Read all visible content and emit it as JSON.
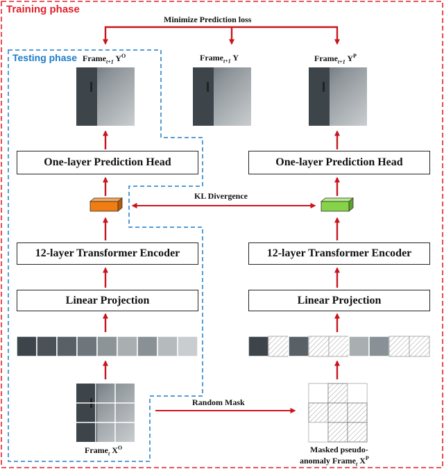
{
  "phases": {
    "training": "Training phase",
    "testing": "Testing phase"
  },
  "top_arrow_label": "Minimize Prediction loss",
  "frames": {
    "left_output": {
      "base": "Frame",
      "sub": "t+1",
      "var": "Y",
      "sup": "O"
    },
    "middle_target": {
      "base": "Frame",
      "sub": "t+1",
      "var": "Y",
      "sup": ""
    },
    "right_output": {
      "base": "Frame",
      "sub": "t+1",
      "var": "Y",
      "sup": "P"
    },
    "left_input": {
      "base": "Frame",
      "sub": "t",
      "var": "X",
      "sup": "O"
    },
    "right_input_line1": "Masked pseudo-",
    "right_input_line2": {
      "base": "anomaly Frame",
      "sub": "t",
      "var": "X",
      "sup": "P"
    }
  },
  "blocks": {
    "prediction_head": "One-layer Prediction Head",
    "encoder": "12-layer Transformer Encoder",
    "projection": "Linear Projection"
  },
  "kl_label": "KL Divergence",
  "mask_label": "Random Mask",
  "colors": {
    "training_border": "#e0202a",
    "testing_border": "#1a7cc9",
    "arrow": "#c8141c",
    "left_token": "#f07d12",
    "right_token": "#86d34a"
  }
}
